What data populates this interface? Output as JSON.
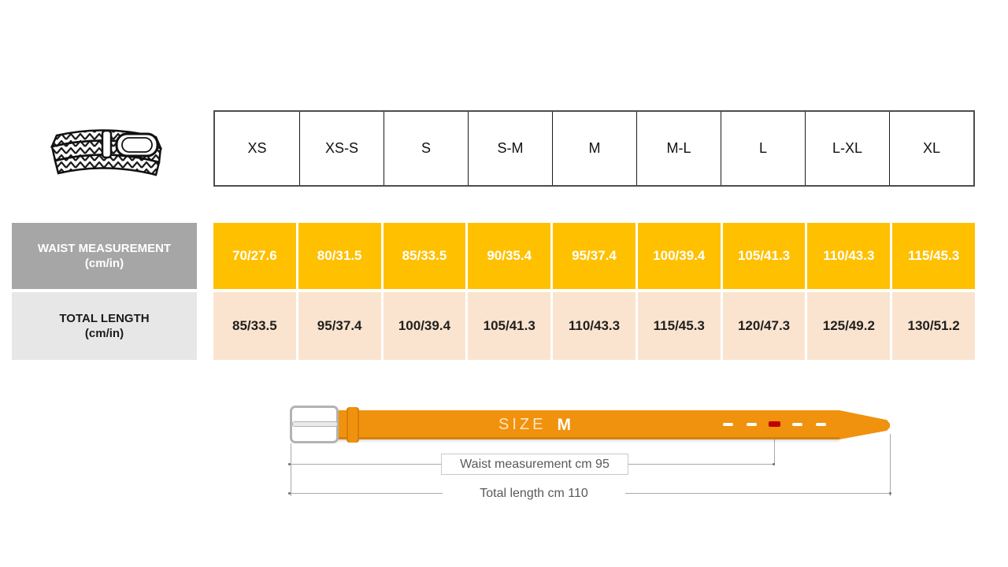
{
  "product_image": {
    "name": "braided leather belt line-art"
  },
  "size_header": {
    "sizes": [
      "XS",
      "XS-S",
      "S",
      "S-M",
      "M",
      "M-L",
      "L",
      "L-XL",
      "XL"
    ]
  },
  "measurements": {
    "waist": {
      "label": "WAIST MEASUREMENT",
      "unit": "(cm/in)",
      "values": [
        "70/27.6",
        "80/31.5",
        "85/33.5",
        "90/35.4",
        "95/37.4",
        "100/39.4",
        "105/41.3",
        "110/43.3",
        "115/45.3"
      ]
    },
    "total_length": {
      "label": "TOTAL LENGTH",
      "unit": "(cm/in)",
      "values": [
        "85/33.5",
        "95/37.4",
        "100/39.4",
        "105/41.3",
        "110/43.3",
        "115/45.3",
        "120/47.3",
        "125/49.2",
        "130/51.2"
      ]
    }
  },
  "belt_diagram": {
    "size_prefix": "SIZE",
    "size_value": "M",
    "waist_annotation": "Waist measurement cm 95",
    "total_annotation": "Total length cm 110",
    "hole_count": 5,
    "active_hole_index": 2
  },
  "colors": {
    "waist_row_bg": "#ffc000",
    "total_row_bg": "#fbe4cf",
    "waist_label_bg": "#a6a6a6",
    "total_label_bg": "#e7e7e7",
    "belt_strap": "#f0920d",
    "active_hole": "#c00000",
    "annotation_text": "#595959"
  }
}
